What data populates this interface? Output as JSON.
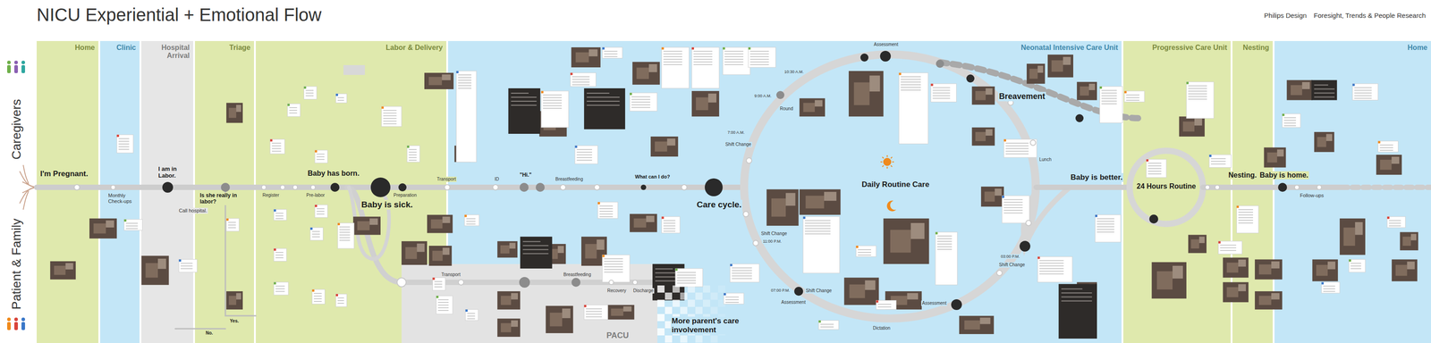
{
  "diagram": {
    "title": "NICU Experiential + Emotional Flow",
    "nodes": [
      {
        "text": [
          "Home"
        ]
      },
      {
        "text": [
          "Clinic"
        ]
      },
      {
        "text": [
          "Hospital Arrival"
        ]
      },
      {
        "text": [
          "Triage"
        ]
      },
      {
        "text": [
          "Labor & Delivery"
        ]
      },
      {
        "text": [
          "Neonatal Intensive Care Unit"
        ]
      },
      {
        "text": [
          "Progressive Care Unit"
        ]
      },
      {
        "text": [
          "Nesting"
        ]
      },
      {
        "text": [
          "Home"
        ]
      },
      {
        "text": [
          "PACU"
        ]
      }
    ],
    "labels": [
      "Philips Design",
      "Foresight, Trends & People Research",
      "Caregivers",
      "Patient & Family",
      "I'm Pregnant.",
      "Monthly Check-ups",
      "I am in Labor.",
      "Call hospital.",
      "Is she really in labor?",
      "Register",
      "Pre-labor",
      "Baby has born.",
      "Baby is sick.",
      "Preparation",
      "Transport",
      "ID",
      "\"Hi.\"",
      "Breastfeeding",
      "What can I do?",
      "Care cycle.",
      "7:00 A.M.",
      "Shift Change",
      "9:00 A.M.",
      "Round",
      "10:30 A.M.",
      "Assessment",
      "Breavement",
      "Daily Routine Care",
      "Lunch",
      "Baby is better.",
      "24 Hours Routine",
      "Nesting.",
      "Baby is home.",
      "Follow-ups",
      "Shift Change",
      "11:00 P.M.",
      "07:00 P.M.",
      "Shift Change",
      "Assessment",
      "Dictation",
      "Assessment",
      "03:00 P.M.",
      "Shift Change",
      "Transport",
      "Breastfeeding",
      "Recovery",
      "Discharge",
      "More parent's care involvement",
      "Yes.",
      "No."
    ]
  }
}
